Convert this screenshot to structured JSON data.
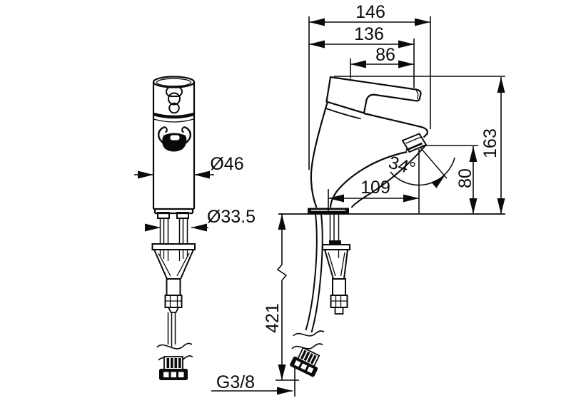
{
  "drawing": {
    "ink_color": "#0a0a0a",
    "background_color": "#ffffff",
    "dims": {
      "total_depth": "146",
      "body_depth": "136",
      "handle_depth": "86",
      "total_height": "163",
      "spout_height": "80",
      "spout_reach": "109",
      "stream_angle": "34°",
      "body_diameter": "Ø46",
      "hole_diameter": "Ø33.5",
      "hose_length": "421",
      "thread_size": "G3/8"
    }
  }
}
